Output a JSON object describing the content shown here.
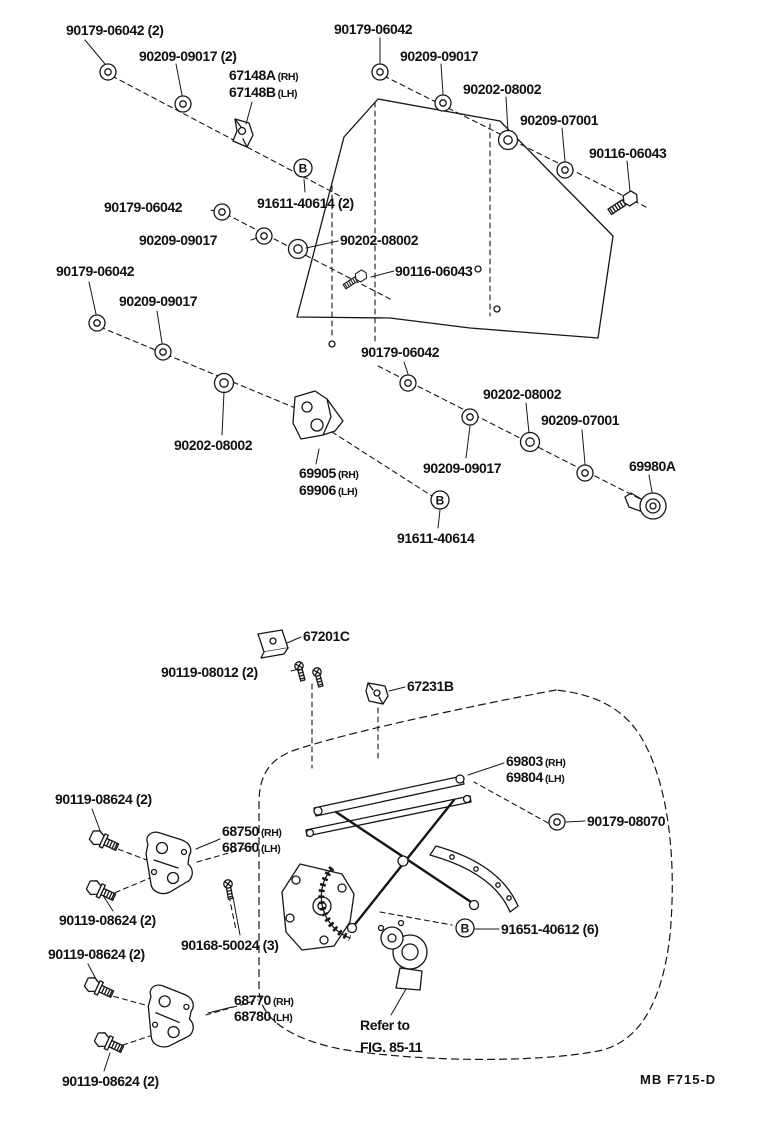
{
  "figure": {
    "code": "MB  F715-D"
  },
  "symbols": {
    "bolt_ref": "B"
  },
  "labels": {
    "t1": {
      "text": "90179-06042 (2)"
    },
    "t2": {
      "text": "90179-06042"
    },
    "t3": {
      "text": "90209-09017 (2)"
    },
    "t4": {
      "text": "90209-09017"
    },
    "t5a": {
      "text": "67148A",
      "suffix": "(RH)"
    },
    "t5b": {
      "text": "67148B",
      "suffix": "(LH)"
    },
    "t6": {
      "text": "90202-08002"
    },
    "t7": {
      "text": "90209-07001"
    },
    "t8": {
      "text": "90116-06043"
    },
    "t9": {
      "text": "90179-06042"
    },
    "t10": {
      "text": "91611-40614 (2)"
    },
    "t11": {
      "text": "90209-09017"
    },
    "t12": {
      "text": "90202-08002"
    },
    "t13": {
      "text": "90116-06043"
    },
    "t14": {
      "text": "90179-06042"
    },
    "t15": {
      "text": "90209-09017"
    },
    "t16": {
      "text": "90179-06042"
    },
    "t17": {
      "text": "90202-08002"
    },
    "t18": {
      "text": "90209-07001"
    },
    "t19": {
      "text": "90202-08002"
    },
    "t20a": {
      "text": "69905",
      "suffix": "(RH)"
    },
    "t20b": {
      "text": "69906",
      "suffix": "(LH)"
    },
    "t21": {
      "text": "90209-09017"
    },
    "t22": {
      "text": "69980A"
    },
    "t23": {
      "text": "91611-40614"
    },
    "b1": {
      "text": "67201C"
    },
    "b2": {
      "text": "90119-08012 (2)"
    },
    "b3": {
      "text": "67231B"
    },
    "b4a": {
      "text": "69803",
      "suffix": "(RH)"
    },
    "b4b": {
      "text": "69804",
      "suffix": "(LH)"
    },
    "b5": {
      "text": "90119-08624 (2)"
    },
    "b6a": {
      "text": "68750",
      "suffix": "(RH)"
    },
    "b6b": {
      "text": "68760",
      "suffix": "(LH)"
    },
    "b7": {
      "text": "90179-08070"
    },
    "b8": {
      "text": "90119-08624 (2)"
    },
    "b9": {
      "text": "90168-50024 (3)"
    },
    "b10": {
      "text": "91651-40612 (6)"
    },
    "b11": {
      "text": "90119-08624 (2)"
    },
    "b12a": {
      "text": "68770",
      "suffix": "(RH)"
    },
    "b12b": {
      "text": "68780",
      "suffix": "(LH)"
    },
    "b13a": {
      "text": "Refer to"
    },
    "b13b": {
      "text": "FIG. 85-11"
    },
    "b14": {
      "text": "90119-08624 (2)"
    }
  }
}
